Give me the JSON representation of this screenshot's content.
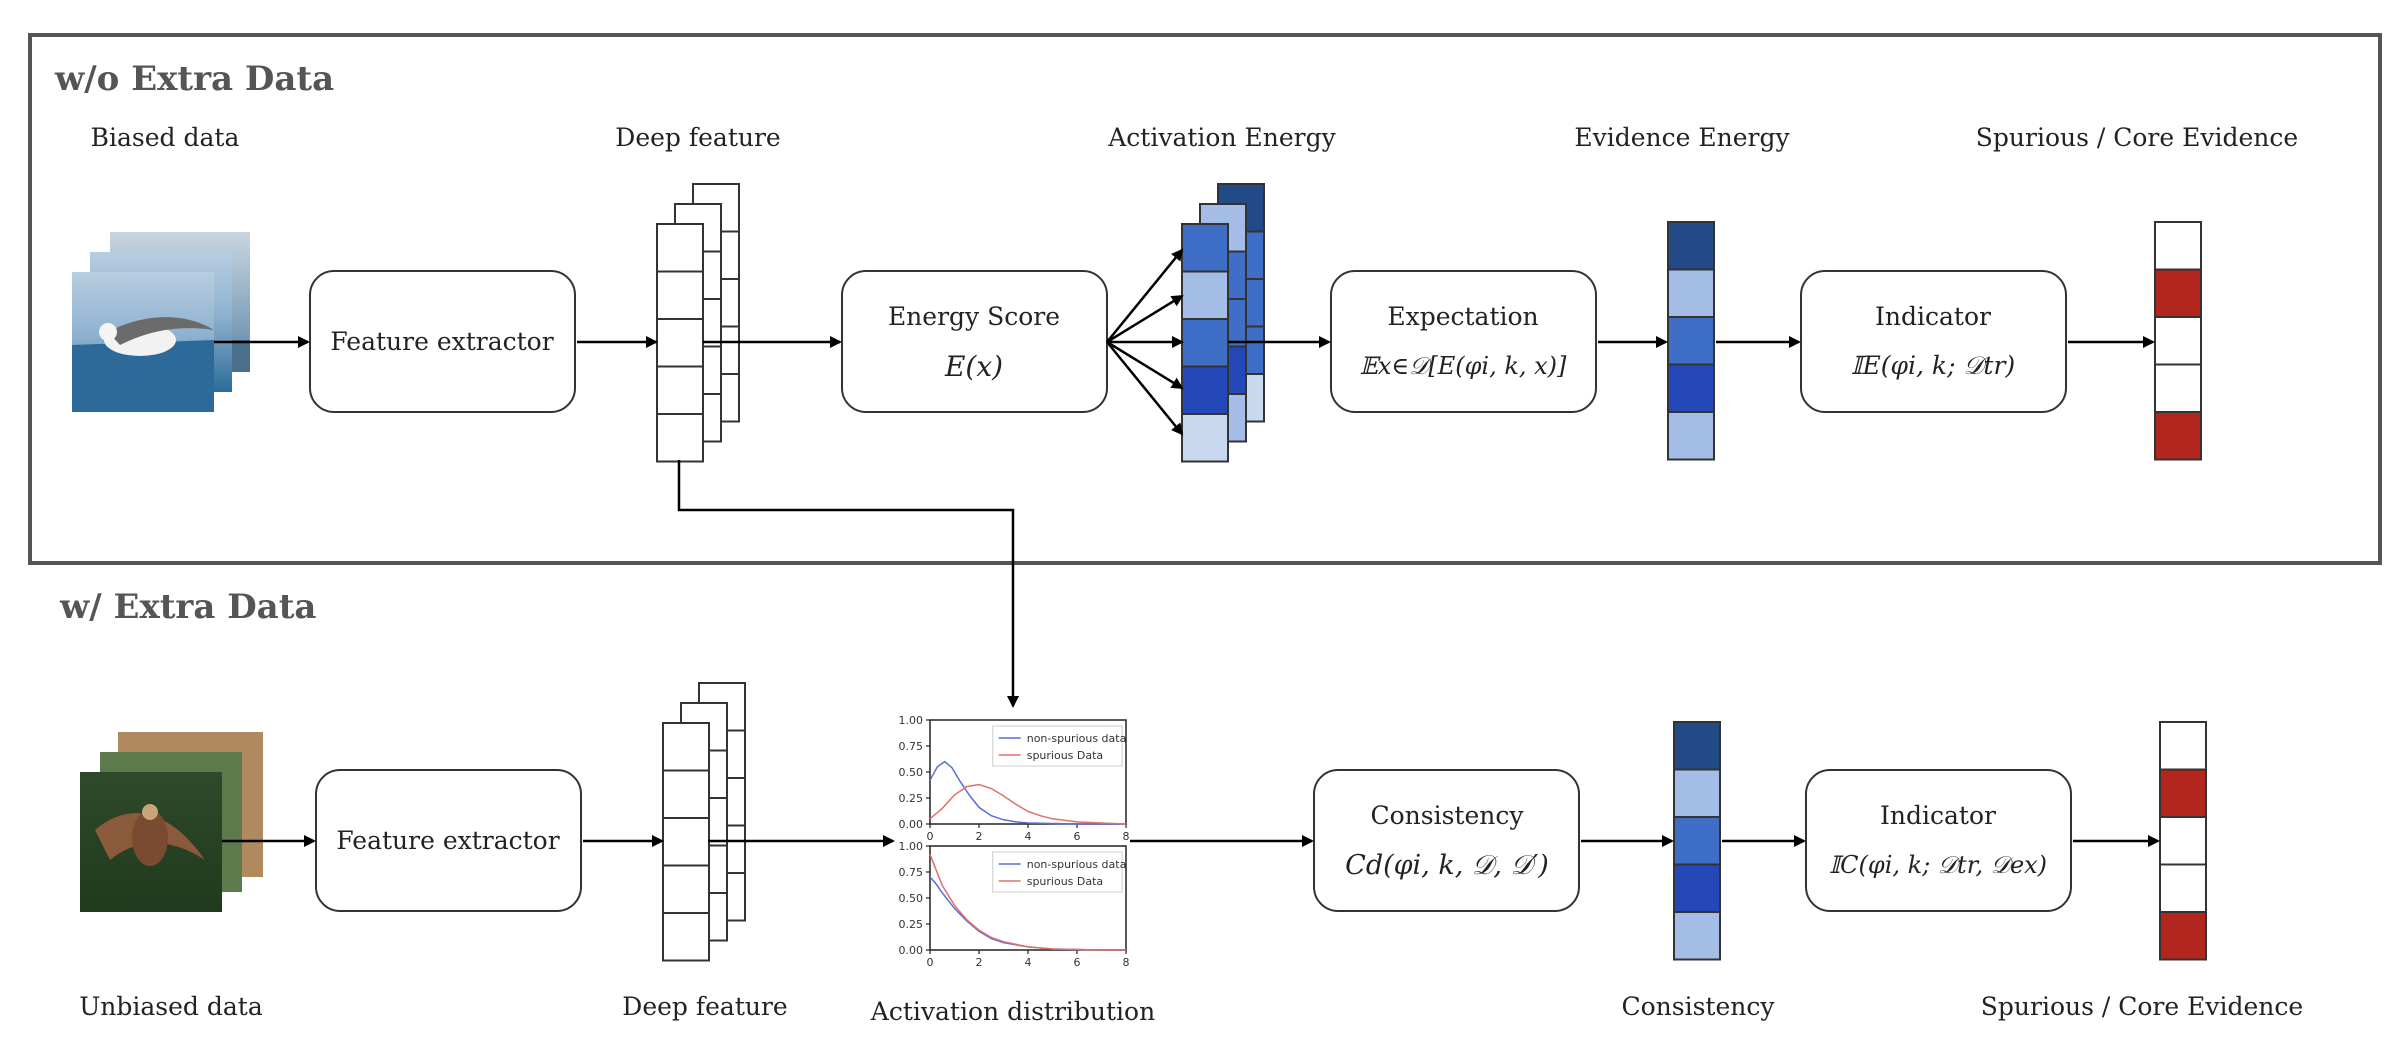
{
  "top": {
    "title": "w/o Extra Data",
    "biased_label": "Biased data",
    "deep_feature_label": "Deep feature",
    "feature_extractor": "Feature extractor",
    "energy_score": "Energy Score",
    "energy_formula": "E(x)",
    "activation_energy_label": "Activation Energy",
    "expectation": "Expectation",
    "expectation_formula": "𝔼x∈𝒟[E(φi, k, x)]",
    "evidence_energy_label": "Evidence Energy",
    "indicator": "Indicator",
    "indicator_formula": "𝕀E(φi, k; 𝒟tr)",
    "spurious_label": "Spurious / Core Evidence"
  },
  "bottom": {
    "title": "w/ Extra Data",
    "unbiased_label": "Unbiased data",
    "deep_feature_label": "Deep feature",
    "feature_extractor": "Feature extractor",
    "activation_dist_label": "Activation distribution",
    "consistency": "Consistency",
    "consistency_formula": "Cd(φi, k, 𝒟, 𝒟′)",
    "consistency_label": "Consistency",
    "indicator": "Indicator",
    "indicator_formula": "𝕀C(φi, k; 𝒟tr, 𝒟ex)",
    "spurious_label": "Spurious / Core Evidence"
  },
  "colors": {
    "blue_dark": "#224a86",
    "blue_mid": "#3f6ec6",
    "blue_strong": "#2448b8",
    "blue_light": "#a3bde6",
    "blue_pale": "#c8d8ee",
    "red": "#b3261e",
    "white": "#ffffff"
  },
  "evidence_energy_cells": [
    "blue_dark",
    "blue_light",
    "blue_mid",
    "blue_strong",
    "blue_light"
  ],
  "consistency_cells": [
    "blue_dark",
    "blue_light",
    "blue_mid",
    "blue_strong",
    "blue_light"
  ],
  "top_evidence_cells": [
    "white",
    "red",
    "white",
    "white",
    "red"
  ],
  "bottom_evidence_cells": [
    "white",
    "red",
    "white",
    "white",
    "red"
  ],
  "chart_data": [
    {
      "type": "line",
      "x_ticks": [
        "0",
        "2",
        "4",
        "6",
        "8"
      ],
      "y_ticks": [
        "0.00",
        "0.25",
        "0.50",
        "0.75",
        "1.00"
      ],
      "xlim": [
        0,
        8
      ],
      "ylim": [
        0,
        1
      ],
      "series": [
        {
          "name": "non-spurious data",
          "color": "#5a6fd6",
          "x": [
            0,
            0.3,
            0.6,
            0.9,
            1.2,
            1.6,
            2.0,
            2.5,
            3,
            3.5,
            4,
            5,
            6,
            7,
            8
          ],
          "y": [
            0.42,
            0.55,
            0.6,
            0.54,
            0.42,
            0.28,
            0.16,
            0.08,
            0.04,
            0.02,
            0.01,
            0.005,
            0,
            0,
            0
          ]
        },
        {
          "name": "spurious Data",
          "color": "#e0706a",
          "x": [
            0,
            0.5,
            1,
            1.5,
            2.0,
            2.5,
            3,
            3.5,
            4,
            4.5,
            5,
            6,
            7,
            8
          ],
          "y": [
            0.05,
            0.15,
            0.28,
            0.36,
            0.38,
            0.34,
            0.27,
            0.19,
            0.12,
            0.08,
            0.05,
            0.02,
            0.01,
            0
          ]
        }
      ]
    },
    {
      "type": "line",
      "x_ticks": [
        "0",
        "2",
        "4",
        "6",
        "8"
      ],
      "y_ticks": [
        "0.00",
        "0.25",
        "0.50",
        "0.75",
        "1.00"
      ],
      "xlim": [
        0,
        8
      ],
      "ylim": [
        0,
        1
      ],
      "series": [
        {
          "name": "non-spurious data",
          "color": "#5a6fd6",
          "x": [
            0,
            0.2,
            0.5,
            1,
            1.5,
            2,
            2.5,
            3,
            4,
            5,
            6,
            7,
            8
          ],
          "y": [
            0.7,
            0.65,
            0.55,
            0.4,
            0.28,
            0.18,
            0.11,
            0.07,
            0.03,
            0.01,
            0.005,
            0,
            0
          ]
        },
        {
          "name": "spurious Data",
          "color": "#e0706a",
          "x": [
            0,
            0.2,
            0.5,
            1,
            1.5,
            2,
            2.5,
            3,
            4,
            5,
            6,
            7,
            8
          ],
          "y": [
            0.92,
            0.8,
            0.62,
            0.43,
            0.29,
            0.19,
            0.12,
            0.08,
            0.03,
            0.01,
            0.005,
            0,
            0
          ]
        }
      ]
    }
  ]
}
